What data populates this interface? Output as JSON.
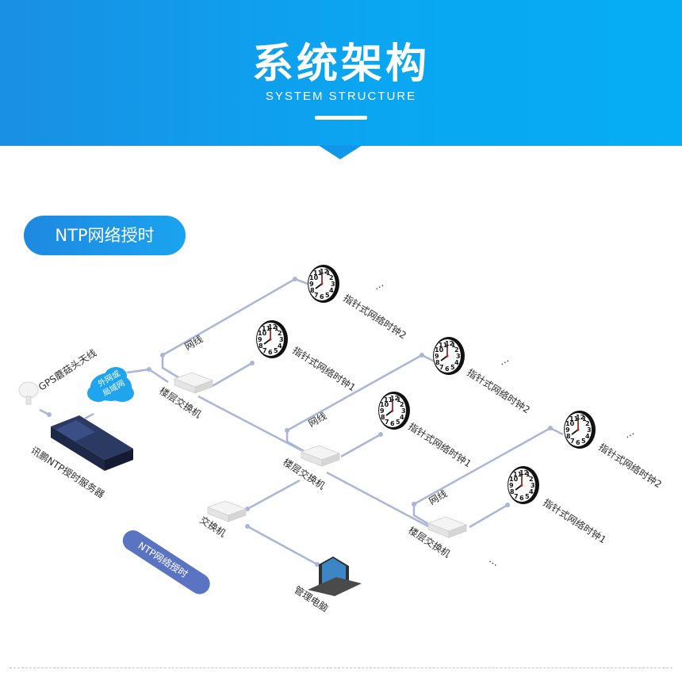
{
  "header": {
    "title": "系统架构",
    "subtitle": "SYSTEM STRUCTURE"
  },
  "section": {
    "label": "NTP网络授时"
  },
  "diagram": {
    "antenna_label": "GPS蘑菇头天线",
    "cloud_label_line1": "外网或",
    "cloud_label_line2": "局域网",
    "server_label": "讯鹏NTP授时服务器",
    "floor_switch_label": "楼层交换机",
    "switch_label": "交换机",
    "network_cable_label": "网线",
    "clock1_label": "指针式网络时钟1",
    "clock2_label": "指针式网络时钟2",
    "pc_label": "管理电脑",
    "badge_label": "NTP网络授时",
    "ellipsis": "…",
    "clock_numbers": [
      "12",
      "1",
      "2",
      "3",
      "4",
      "5",
      "6",
      "7",
      "8",
      "9",
      "10",
      "11"
    ]
  },
  "colors": {
    "banner_start": "#1a8fe3",
    "banner_end": "#05adf4",
    "pill": "#1e88e0",
    "link_line": "#a9b6d8",
    "cloud": "#1fa4ee",
    "badge": "#5b74c2"
  }
}
